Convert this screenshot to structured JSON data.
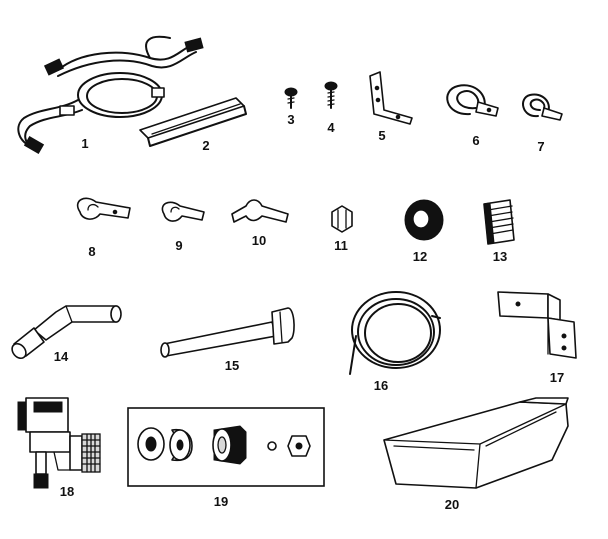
{
  "parts": [
    {
      "id": "part-1",
      "label": "1",
      "icon": "wire-harness-icon"
    },
    {
      "id": "part-2",
      "label": "2",
      "icon": "channel-strip-icon"
    },
    {
      "id": "part-3",
      "label": "3",
      "icon": "screw-icon"
    },
    {
      "id": "part-4",
      "label": "4",
      "icon": "screw-icon"
    },
    {
      "id": "part-5",
      "label": "5",
      "icon": "angle-bracket-icon"
    },
    {
      "id": "part-6",
      "label": "6",
      "icon": "tube-clamp-icon"
    },
    {
      "id": "part-7",
      "label": "7",
      "icon": "tube-clamp-icon"
    },
    {
      "id": "part-8",
      "label": "8",
      "icon": "clip-icon"
    },
    {
      "id": "part-9",
      "label": "9",
      "icon": "clip-icon"
    },
    {
      "id": "part-10",
      "label": "10",
      "icon": "clip-icon"
    },
    {
      "id": "part-11",
      "label": "11",
      "icon": "connector-nut-icon"
    },
    {
      "id": "part-12",
      "label": "12",
      "icon": "grommet-icon"
    },
    {
      "id": "part-13",
      "label": "13",
      "icon": "tape-pad-icon"
    },
    {
      "id": "part-14",
      "label": "14",
      "icon": "elbow-fitting-icon"
    },
    {
      "id": "part-15",
      "label": "15",
      "icon": "fill-tube-icon"
    },
    {
      "id": "part-16",
      "label": "16",
      "icon": "coiled-tubing-icon"
    },
    {
      "id": "part-17",
      "label": "17",
      "icon": "mounting-bracket-icon"
    },
    {
      "id": "part-18",
      "label": "18",
      "icon": "water-valve-icon"
    },
    {
      "id": "part-19",
      "label": "19",
      "icon": "fitting-kit-icon"
    },
    {
      "id": "part-20",
      "label": "20",
      "icon": "ice-bin-icon"
    }
  ]
}
